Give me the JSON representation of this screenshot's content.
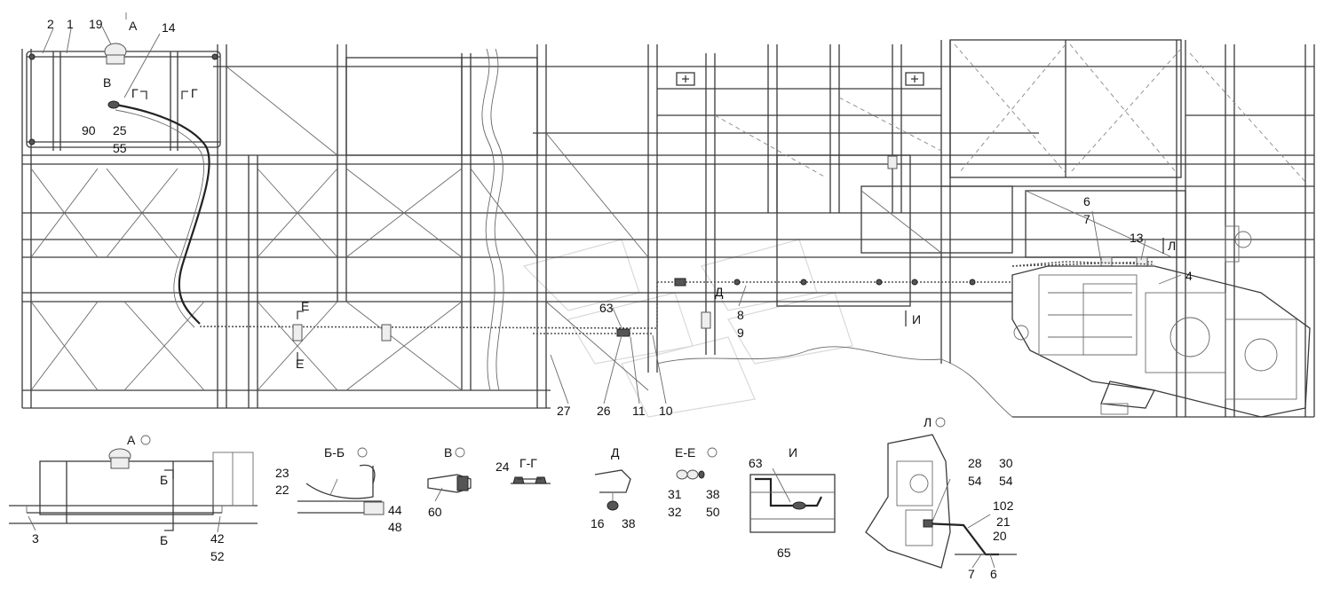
{
  "callouts": {
    "main": [
      {
        "id": "c2",
        "text": "2"
      },
      {
        "id": "c1",
        "text": "1"
      },
      {
        "id": "c19",
        "text": "19"
      },
      {
        "id": "cA",
        "text": "А"
      },
      {
        "id": "c14",
        "text": "14"
      },
      {
        "id": "cV",
        "text": "В"
      },
      {
        "id": "cG1",
        "text": "Г"
      },
      {
        "id": "cG2",
        "text": "Г"
      },
      {
        "id": "c90",
        "text": "90"
      },
      {
        "id": "c25",
        "text": "25"
      },
      {
        "id": "c55",
        "text": "55"
      },
      {
        "id": "cE1",
        "text": "Е"
      },
      {
        "id": "cE2",
        "text": "Е"
      },
      {
        "id": "c63",
        "text": "63"
      },
      {
        "id": "cD",
        "text": "Д"
      },
      {
        "id": "c8",
        "text": "8"
      },
      {
        "id": "c9",
        "text": "9"
      },
      {
        "id": "cI",
        "text": "И"
      },
      {
        "id": "c27",
        "text": "27"
      },
      {
        "id": "c26",
        "text": "26"
      },
      {
        "id": "c11",
        "text": "11"
      },
      {
        "id": "c10",
        "text": "10"
      },
      {
        "id": "c6",
        "text": "6"
      },
      {
        "id": "c7",
        "text": "7"
      },
      {
        "id": "c13",
        "text": "13"
      },
      {
        "id": "cL",
        "text": "Л"
      },
      {
        "id": "c4",
        "text": "4"
      }
    ],
    "viewA": [
      {
        "id": "a_b",
        "text": "Б"
      },
      {
        "id": "a_b2",
        "text": "Б"
      },
      {
        "id": "a_3",
        "text": "3"
      },
      {
        "id": "a_42",
        "text": "42"
      },
      {
        "id": "a_52",
        "text": "52"
      }
    ],
    "viewBB": [
      {
        "id": "b_23",
        "text": "23"
      },
      {
        "id": "b_22",
        "text": "22"
      },
      {
        "id": "b_44",
        "text": "44"
      },
      {
        "id": "b_48",
        "text": "48"
      }
    ],
    "viewV": [
      {
        "id": "v_60",
        "text": "60"
      }
    ],
    "viewGG": [
      {
        "id": "g_24",
        "text": "24"
      }
    ],
    "viewD": [
      {
        "id": "d_16",
        "text": "16"
      },
      {
        "id": "d_38",
        "text": "38"
      }
    ],
    "viewEE": [
      {
        "id": "e_31",
        "text": "31"
      },
      {
        "id": "e_32",
        "text": "32"
      },
      {
        "id": "e_38",
        "text": "38"
      },
      {
        "id": "e_50",
        "text": "50"
      }
    ],
    "viewI": [
      {
        "id": "i_63",
        "text": "63"
      },
      {
        "id": "i_65",
        "text": "65"
      }
    ],
    "viewL": [
      {
        "id": "l_28",
        "text": "28"
      },
      {
        "id": "l_54a",
        "text": "54"
      },
      {
        "id": "l_30",
        "text": "30"
      },
      {
        "id": "l_54b",
        "text": "54"
      },
      {
        "id": "l_102",
        "text": "102"
      },
      {
        "id": "l_21",
        "text": "21"
      },
      {
        "id": "l_20",
        "text": "20"
      },
      {
        "id": "l_7",
        "text": "7"
      },
      {
        "id": "l_6",
        "text": "6"
      }
    ]
  },
  "view_titles": {
    "A": "А",
    "BB": "Б-Б",
    "V": "В",
    "GG": "Г-Г",
    "D": "Д",
    "EE": "Е-Е",
    "I": "И",
    "L": "Л"
  }
}
